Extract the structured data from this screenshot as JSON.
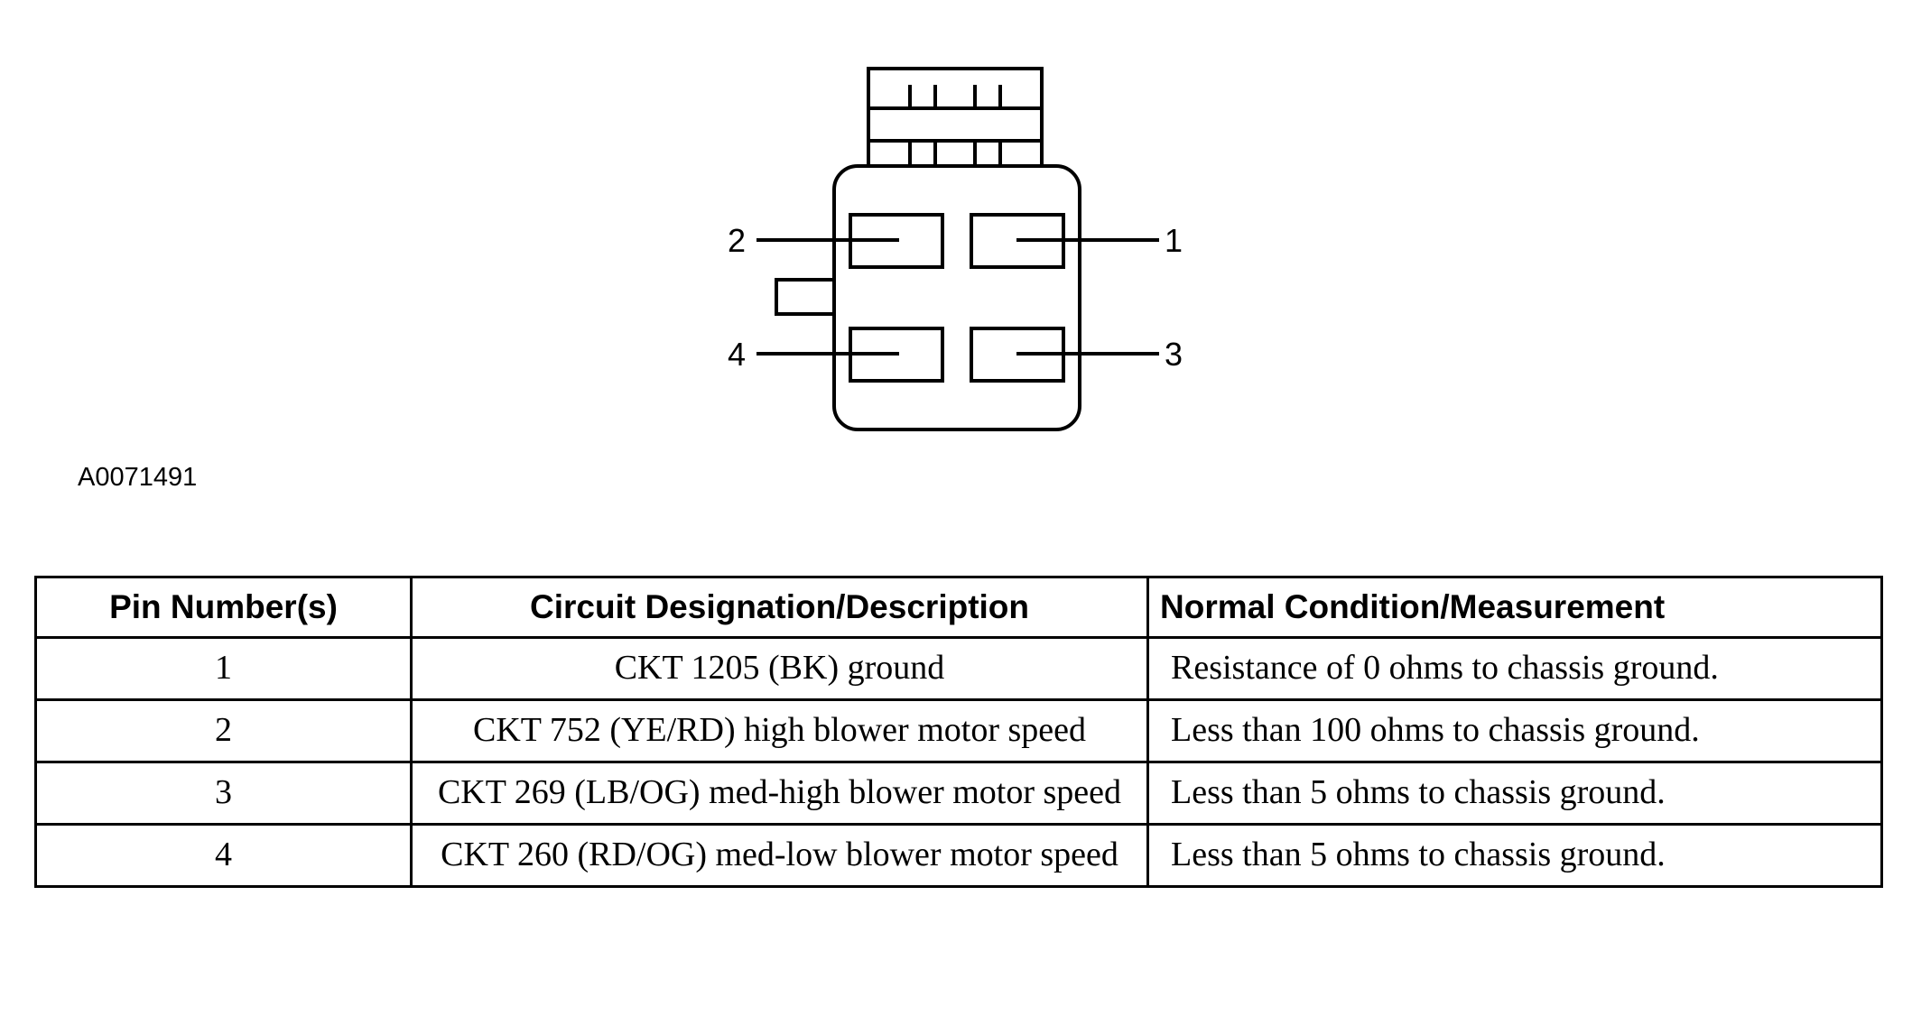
{
  "diagram": {
    "pin_labels": [
      "1",
      "2",
      "3",
      "4"
    ],
    "figure_id": "A0071491"
  },
  "table": {
    "headers": [
      "Pin Number(s)",
      "Circuit Designation/Description",
      "Normal Condition/Measurement"
    ],
    "rows": [
      {
        "pin": "1",
        "circuit": "CKT 1205 (BK) ground",
        "measurement": "Resistance of 0 ohms to chassis ground."
      },
      {
        "pin": "2",
        "circuit": "CKT 752 (YE/RD) high blower motor speed",
        "measurement": "Less than 100 ohms to chassis ground."
      },
      {
        "pin": "3",
        "circuit": "CKT 269 (LB/OG) med-high blower motor speed",
        "measurement": "Less than 5 ohms to chassis ground."
      },
      {
        "pin": "4",
        "circuit": "CKT 260 (RD/OG) med-low blower motor speed",
        "measurement": "Less than 5 ohms to chassis ground."
      }
    ]
  }
}
